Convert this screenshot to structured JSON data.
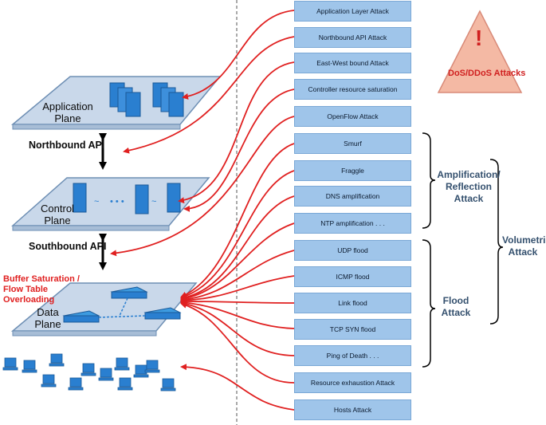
{
  "planes": {
    "application": "Application Plane",
    "control": "Control Plane",
    "data": "Data Plane"
  },
  "apis": {
    "northbound": "Northbound API",
    "southbound": "Southbound API"
  },
  "buffer_label": "Buffer Saturation / Flow Table Overloading",
  "warning": {
    "label": "DoS/DDoS Attacks",
    "symbol": "!"
  },
  "attacks": [
    "Application Layer Attack",
    "Northbound API Attack",
    "East-West bound Attack",
    "Controller resource saturation",
    "OpenFlow Attack",
    "Smurf",
    "Fraggle",
    "DNS amplification",
    "NTP amplification . . .",
    "UDP flood",
    "ICMP flood",
    "Link flood",
    "TCP SYN flood",
    "Ping of Death . . .",
    "Resource exhaustion Attack",
    "Hosts Attack"
  ],
  "groups": {
    "amplification": "Amplification/ Reflection Attack",
    "flood": "Flood Attack",
    "volumetric": "Volumetric Attack"
  },
  "colors": {
    "attack_box": "#9fc5ea",
    "arrow": "#e02020",
    "plane": "#c9d8ea",
    "device": "#2a7fd0",
    "warning_fill": "#f4b9a4"
  }
}
